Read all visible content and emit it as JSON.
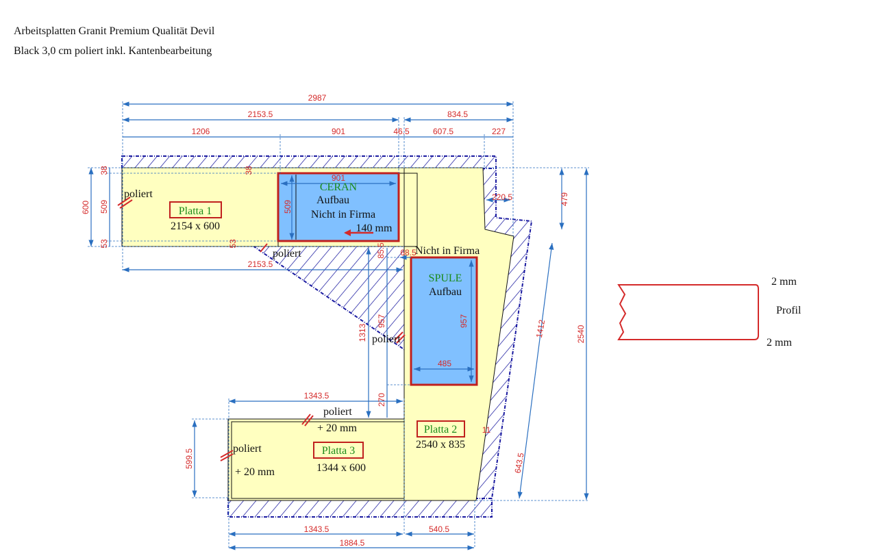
{
  "title": {
    "line1": "Arbeitsplatten Granit Premium Qualität Devil",
    "line2": "Black 3,0 cm poliert inkl. Kantenbearbeitung"
  },
  "colors": {
    "slab": "#ffffc0",
    "cutout": "#80c0ff",
    "red": "#d42a2a",
    "dim": "#2a6fc0",
    "hatch": "#1a1aa0"
  },
  "dims": {
    "total_width": "2987",
    "platta1_len": "2153.5",
    "right_len": "834.5",
    "seg_1206": "1206",
    "seg_901": "901",
    "seg_46": "46.5",
    "seg_607": "607.5",
    "seg_227": "227",
    "ceran_w": "901",
    "ceran_h": "509",
    "left_600": "600",
    "left_509": "509",
    "left_38": "38",
    "left_53": "53",
    "mid_38": "38",
    "mid_53": "53",
    "bottom_p1": "2153.5",
    "d_220": "220.5",
    "d_479": "479",
    "d_85": "85.5",
    "d_68": "68.5",
    "d_1313": "1313",
    "d_957": "957",
    "spule_h": "957",
    "spule_w": "485",
    "d_270": "270",
    "d_1412": "1412",
    "d_2540": "2540",
    "d_11": "11",
    "p3_top": "1343.5",
    "p3_h": "599.5",
    "d_643": "643.5",
    "bot_1343": "1343.5",
    "bot_540": "540.5",
    "bot_1884": "1884.5"
  },
  "labels": {
    "poliert_p1_left": "poliert",
    "poliert_p1_bottom": "poliert",
    "poliert_p2": "poliert",
    "poliert_p3_top": "poliert",
    "poliert_p3_left": "poliert",
    "plus20_top": "+ 20 mm",
    "plus20_left": "+ 20 mm",
    "nicht_in_firma": "Nicht in Firma"
  },
  "plattas": [
    {
      "name": "Platta 1",
      "size": "2154 x 600"
    },
    {
      "name": "Platta 2",
      "size": "2540 x 835"
    },
    {
      "name": "Platta 3",
      "size": "1344 x 600"
    }
  ],
  "ceran": {
    "title": "CERAN",
    "line1": "Aufbau",
    "line2": "Nicht in Firma",
    "offset": "140 mm"
  },
  "spule": {
    "title": "SPULE",
    "line1": "Aufbau"
  },
  "profile": {
    "top": "2 mm",
    "label": "Profil",
    "bottom": "2 mm"
  }
}
